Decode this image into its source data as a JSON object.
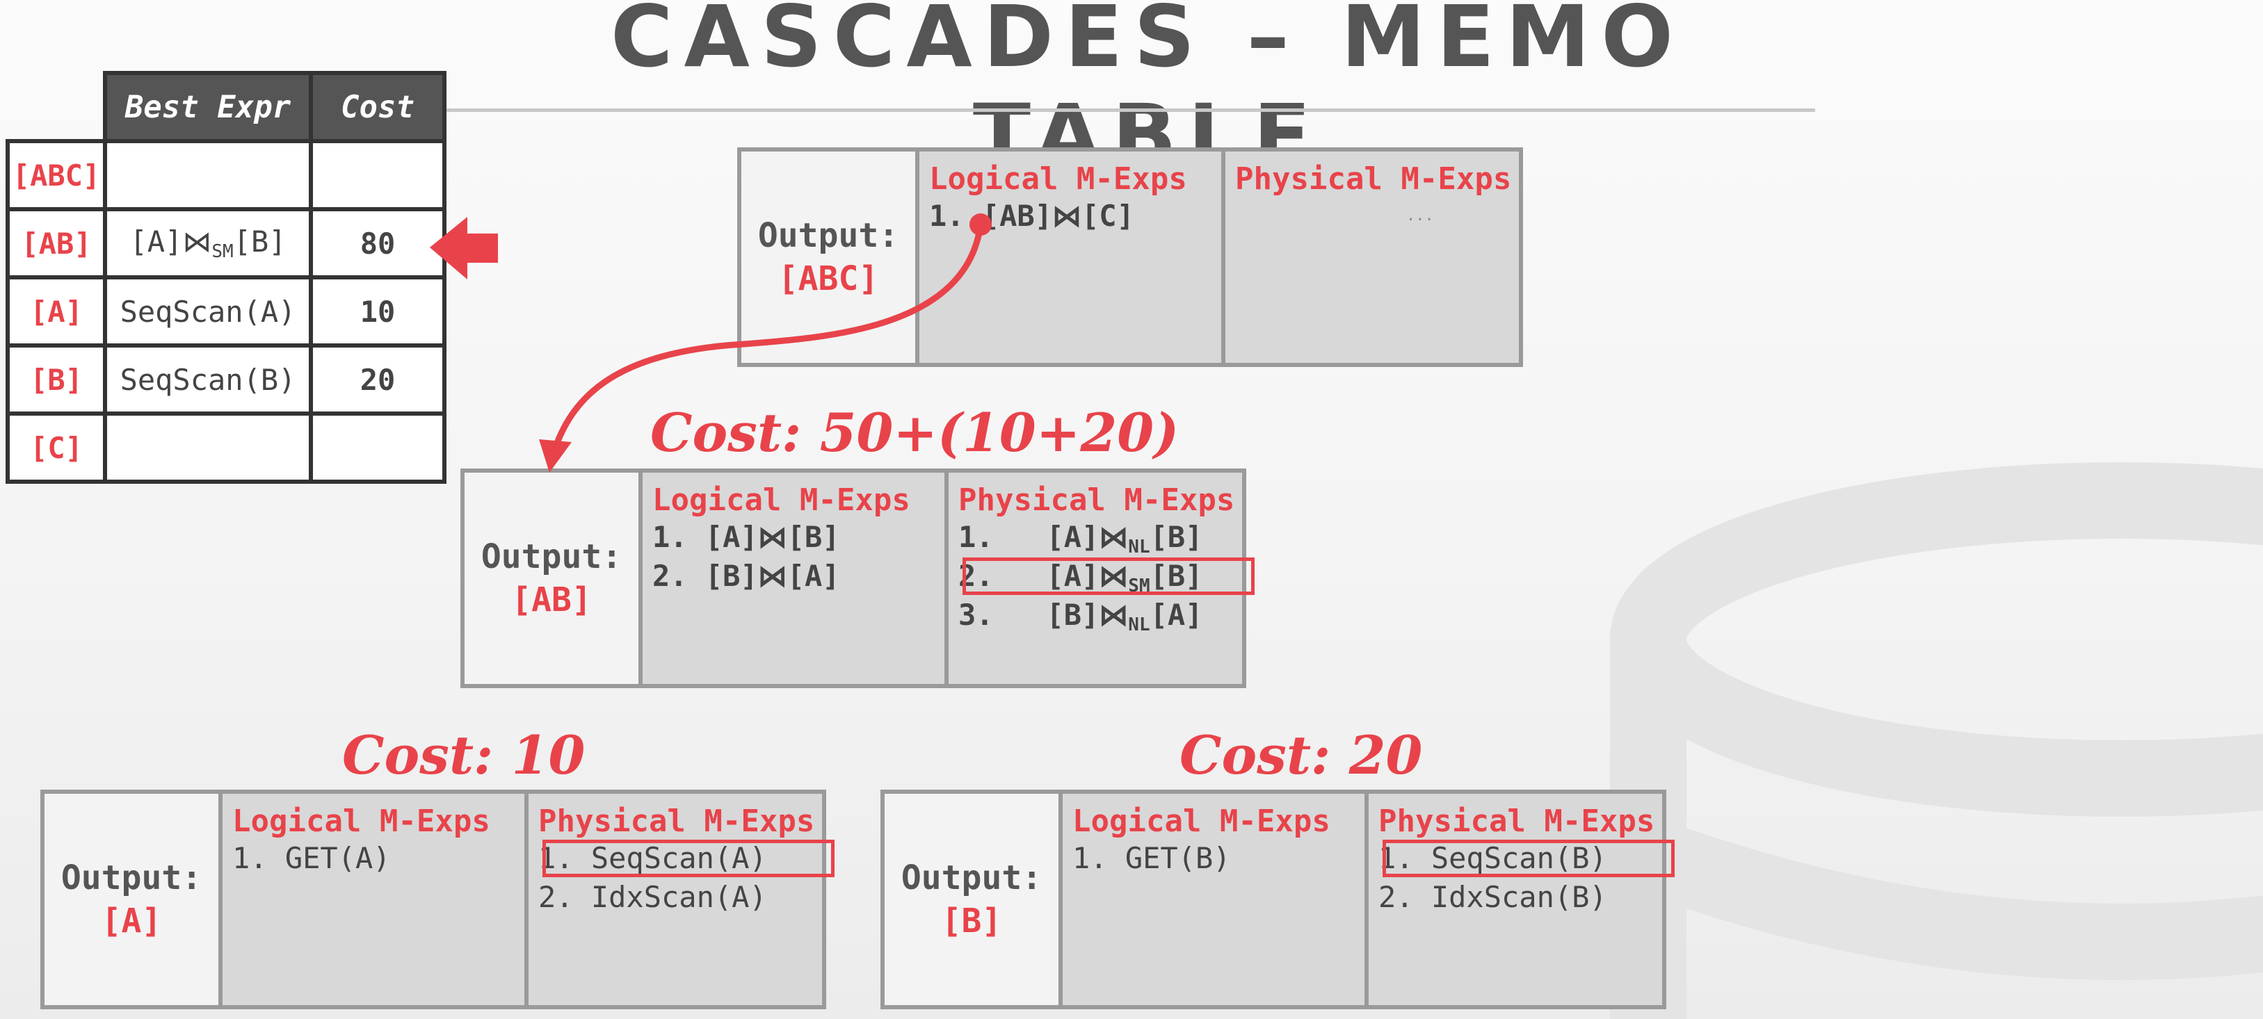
{
  "title": "CASCADES – MEMO TABLE",
  "memo_table": {
    "headers": [
      "Best Expr",
      "Cost"
    ],
    "rows": [
      {
        "group": "[ABC]",
        "expr_parts": [
          "",
          "",
          ""
        ],
        "cost": ""
      },
      {
        "group": "[AB]",
        "expr_parts": [
          "[A]⋈",
          "SM",
          "[B]"
        ],
        "cost": "80"
      },
      {
        "group": "[A]",
        "expr_parts": [
          "SeqScan(A)",
          "",
          ""
        ],
        "cost": "10"
      },
      {
        "group": "[B]",
        "expr_parts": [
          "SeqScan(B)",
          "",
          ""
        ],
        "cost": "20"
      },
      {
        "group": "[C]",
        "expr_parts": [
          "",
          "",
          ""
        ],
        "cost": ""
      }
    ]
  },
  "groups": {
    "abc": {
      "output_label": "Output:",
      "group": "[ABC]",
      "logical_title": "Logical M-Exps",
      "physical_title": "Physical M-Exps",
      "logical": [
        "1. [AB]⋈[C]"
      ],
      "physical_ellipsis": "..."
    },
    "ab": {
      "output_label": "Output:",
      "group": "[AB]",
      "logical_title": "Logical M-Exps",
      "physical_title": "Physical M-Exps",
      "cost": "Cost: 50+(10+20)",
      "logical": [
        "1.   [A]⋈[B]",
        "2.   [B]⋈[A]"
      ],
      "physical": [
        {
          "num": "1.",
          "pre": "[A]⋈",
          "sub": "NL",
          "post": "[B]"
        },
        {
          "num": "2.",
          "pre": "[A]⋈",
          "sub": "SM",
          "post": "[B]"
        },
        {
          "num": "3.",
          "pre": "[B]⋈",
          "sub": "NL",
          "post": "[A]"
        }
      ]
    },
    "a": {
      "output_label": "Output:",
      "group": "[A]",
      "logical_title": "Logical M-Exps",
      "physical_title": "Physical M-Exps",
      "cost": "Cost: 10",
      "logical": [
        "1.   GET(A)"
      ],
      "physical": [
        "1.   SeqScan(A)",
        "2.   IdxScan(A)"
      ]
    },
    "b": {
      "output_label": "Output:",
      "group": "[B]",
      "logical_title": "Logical M-Exps",
      "physical_title": "Physical M-Exps",
      "cost": "Cost: 20",
      "logical": [
        "1.   GET(B)"
      ],
      "physical": [
        "1.   SeqScan(B)",
        "2.   IdxScan(B)"
      ]
    }
  },
  "colors": {
    "accent": "#e8434a",
    "text": "#444444",
    "box_fill": "#d8d8d8",
    "header_fill": "#555555"
  },
  "icons": {
    "pointer": "arrow-left-icon",
    "link": "curved-arrow-icon"
  }
}
